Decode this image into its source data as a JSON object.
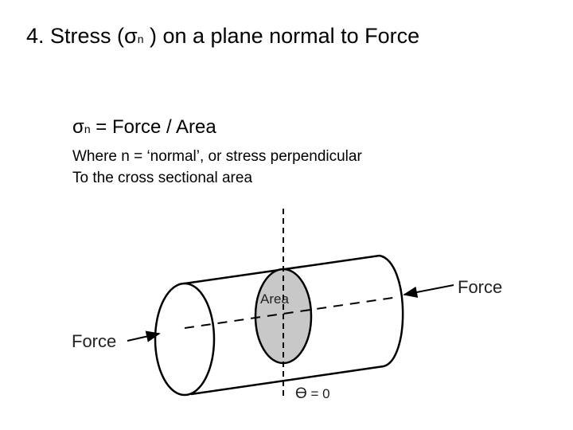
{
  "heading": {
    "prefix": "4. Stress (σ",
    "subscript": "n",
    "suffix": " )  on a plane normal to Force"
  },
  "formula": {
    "sigma": "σ",
    "subscript": "n",
    "rest": " = Force / Area"
  },
  "description": {
    "line1": "Where n = ‘normal’, or stress perpendicular",
    "line2": "To the cross sectional area"
  },
  "diagram": {
    "force_left_label": "Force",
    "force_right_label": "Force",
    "area_label": "Area",
    "angle_symbol": "ϴ",
    "angle_value": " = 0",
    "area_fill_color": "#c8c8c8"
  }
}
